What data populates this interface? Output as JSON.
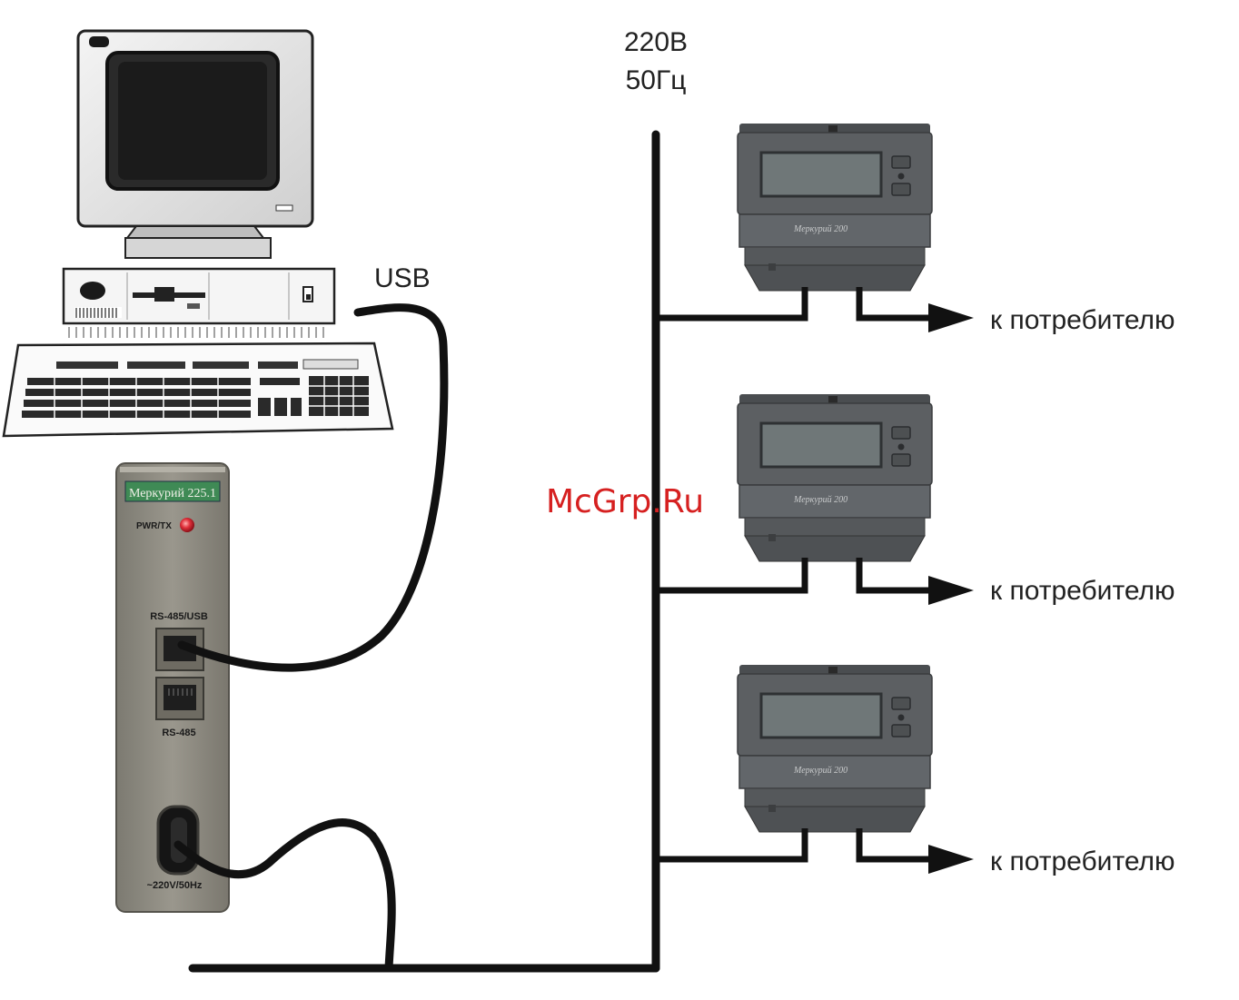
{
  "power": {
    "voltage": "220В",
    "frequency": "50Гц"
  },
  "usb_label": "USB",
  "watermark": "McGrp.Ru",
  "adapter": {
    "name": "Меркурий 225.1",
    "led_label": "PWR/TX",
    "port1_label": "RS-485/USB",
    "port2_label": "RS-485",
    "power_label": "~220V/50Hz"
  },
  "meters": [
    {
      "brand": "Меркурий 200",
      "consumer_label": "к потребителю"
    },
    {
      "brand": "Меркурий 200",
      "consumer_label": "к потребителю"
    },
    {
      "brand": "Меркурий 200",
      "consumer_label": "к потребителю"
    }
  ],
  "colors": {
    "line": "#111111",
    "meter_body": "#56595c",
    "adapter_body": "#8f8c82",
    "led": "#e0303a",
    "adapter_label_bg": "#3f8a55"
  }
}
